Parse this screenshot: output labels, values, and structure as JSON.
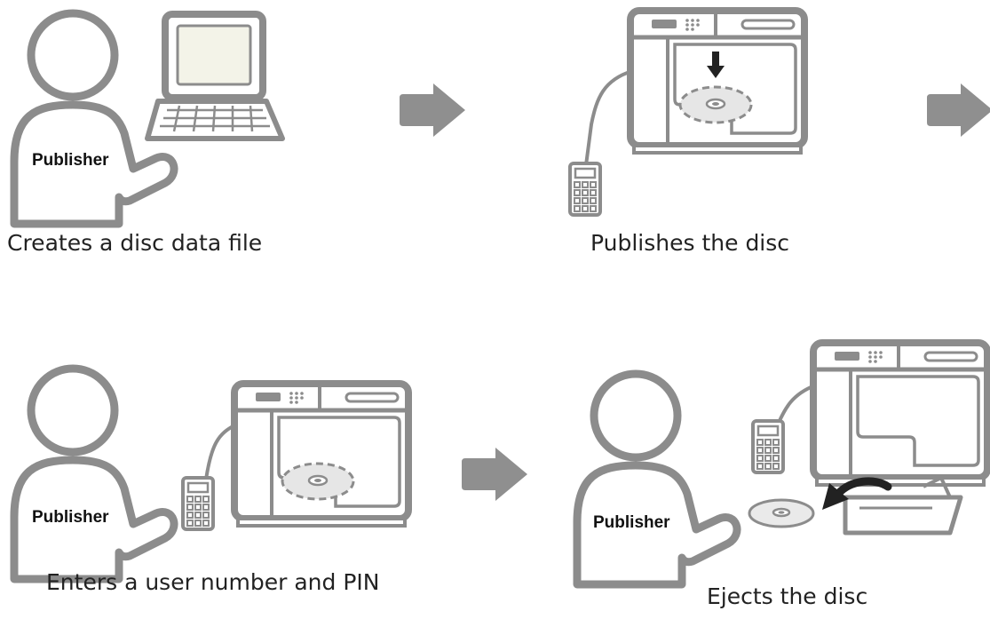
{
  "steps": [
    {
      "caption": "Creates a disc data file",
      "person_label": "Publisher"
    },
    {
      "caption": "Publishes the disc"
    },
    {
      "caption": "Enters a user number and PIN",
      "person_label": "Publisher"
    },
    {
      "caption": "Ejects the disc",
      "person_label": "Publisher"
    }
  ],
  "arrows": [
    "arrow-right-icon",
    "arrow-right-icon",
    "arrow-right-icon"
  ],
  "colors": {
    "outline": "#8c8c8c",
    "fill_light": "#f2f2f2",
    "screen": "#f3f3e8",
    "arrow": "#8f8f8f",
    "text": "#222222"
  }
}
